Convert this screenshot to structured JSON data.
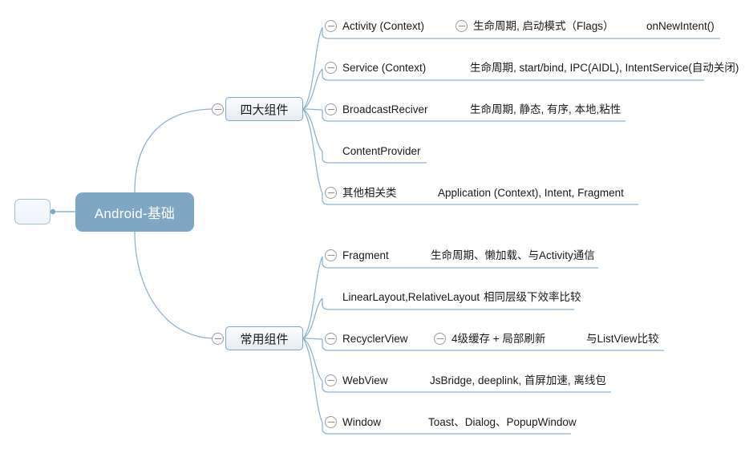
{
  "diagram": {
    "type": "mindmap",
    "title": "Android-基础",
    "root_stub_label": "",
    "colors": {
      "central_fill": "#7fa7c3",
      "central_text": "#ffffff",
      "branch_border": "#7ba7cd",
      "branch_fill": "#eef2f7",
      "edge": "#8fb4d4",
      "icon_stroke": "#9a9a9a",
      "text": "#1a1a1a",
      "background": "#ffffff"
    },
    "icons": {
      "collapse": "minus-circle-icon"
    },
    "branches": [
      {
        "label": "四大组件",
        "items": [
          {
            "label": "Activity (Context)",
            "has_icon": true,
            "details": [
              {
                "label": "生命周期, 启动模式（Flags）",
                "has_icon": true
              },
              {
                "label": "onNewIntent()",
                "has_icon": false
              }
            ]
          },
          {
            "label": "Service (Context)",
            "has_icon": true,
            "details": [
              {
                "label": "生命周期, start/bind, IPC(AIDL), IntentService(自动关闭)",
                "has_icon": false
              }
            ]
          },
          {
            "label": "BroadcastReciver",
            "has_icon": true,
            "details": [
              {
                "label": "生命周期, 静态, 有序, 本地,粘性",
                "has_icon": false
              }
            ]
          },
          {
            "label": "ContentProvider",
            "has_icon": false,
            "details": []
          },
          {
            "label": "其他相关类",
            "has_icon": true,
            "details": [
              {
                "label": "Application (Context), Intent, Fragment",
                "has_icon": false
              }
            ]
          }
        ]
      },
      {
        "label": "常用组件",
        "items": [
          {
            "label": "Fragment",
            "has_icon": true,
            "details": [
              {
                "label": "生命周期、懒加载、与Activity通信",
                "has_icon": false
              }
            ]
          },
          {
            "label": "LinearLayout,RelativeLayout",
            "has_icon": false,
            "details": [
              {
                "label": "相同层级下效率比较",
                "has_icon": false
              }
            ]
          },
          {
            "label": "RecyclerView",
            "has_icon": true,
            "details": [
              {
                "label": "4级缓存 + 局部刷新",
                "has_icon": true
              },
              {
                "label": "与ListView比较",
                "has_icon": false
              }
            ]
          },
          {
            "label": "WebView",
            "has_icon": true,
            "details": [
              {
                "label": "JsBridge, deeplink, 首屏加速, 离线包",
                "has_icon": false
              }
            ]
          },
          {
            "label": "Window",
            "has_icon": true,
            "details": [
              {
                "label": "Toast、Dialog、PopupWindow",
                "has_icon": false
              }
            ]
          }
        ]
      }
    ]
  }
}
